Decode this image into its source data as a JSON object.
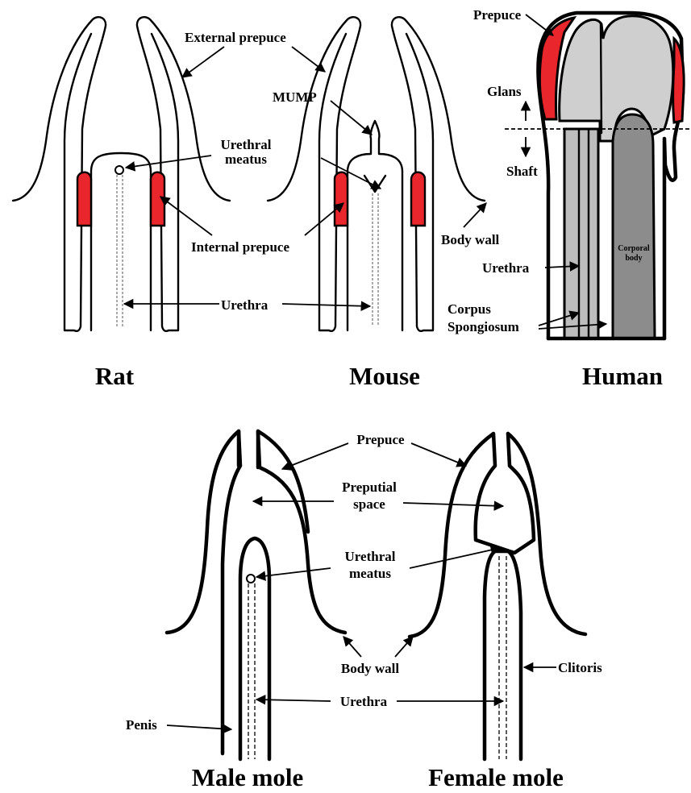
{
  "labels": {
    "external_prepuce": "External prepuce",
    "mump": "MUMP",
    "urethral_meatus_top": [
      "Urethral",
      "meatus"
    ],
    "internal_prepuce": "Internal prepuce",
    "urethra_top": "Urethra",
    "body_wall_top": "Body wall",
    "prepuce_human": "Prepuce",
    "glans": "Glans",
    "shaft": "Shaft",
    "urethra_human": "Urethra",
    "corpus_spongiosum": [
      "Corpus",
      "Spongiosum"
    ],
    "corporal_body": [
      "Corporal",
      "body"
    ],
    "prepuce_mole": "Prepuce",
    "preputial_space": [
      "Preputial",
      "space"
    ],
    "urethral_meatus_mole": [
      "Urethral",
      "meatus"
    ],
    "body_wall_mole": "Body wall",
    "clitoris": "Clitoris",
    "urethra_mole": "Urethra",
    "penis": "Penis"
  },
  "titles": {
    "rat": "Rat",
    "mouse": "Mouse",
    "human": "Human",
    "male_mole": "Male mole",
    "female_mole": "Female mole"
  },
  "colors": {
    "highlight": "#e8262b",
    "glans_gray": "#cfcfcf",
    "shaft_gray": "#bdbdbd",
    "corporal_gray": "#8c8c8c"
  }
}
